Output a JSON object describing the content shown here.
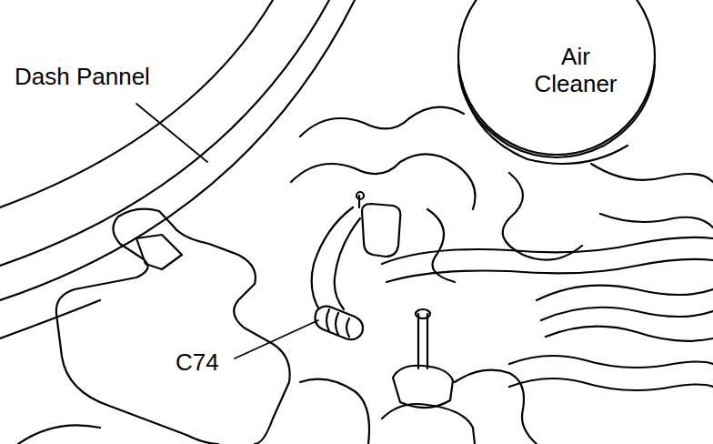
{
  "diagram": {
    "labels": [
      "Dash Pannel",
      "Air Cleaner",
      "C74"
    ]
  }
}
